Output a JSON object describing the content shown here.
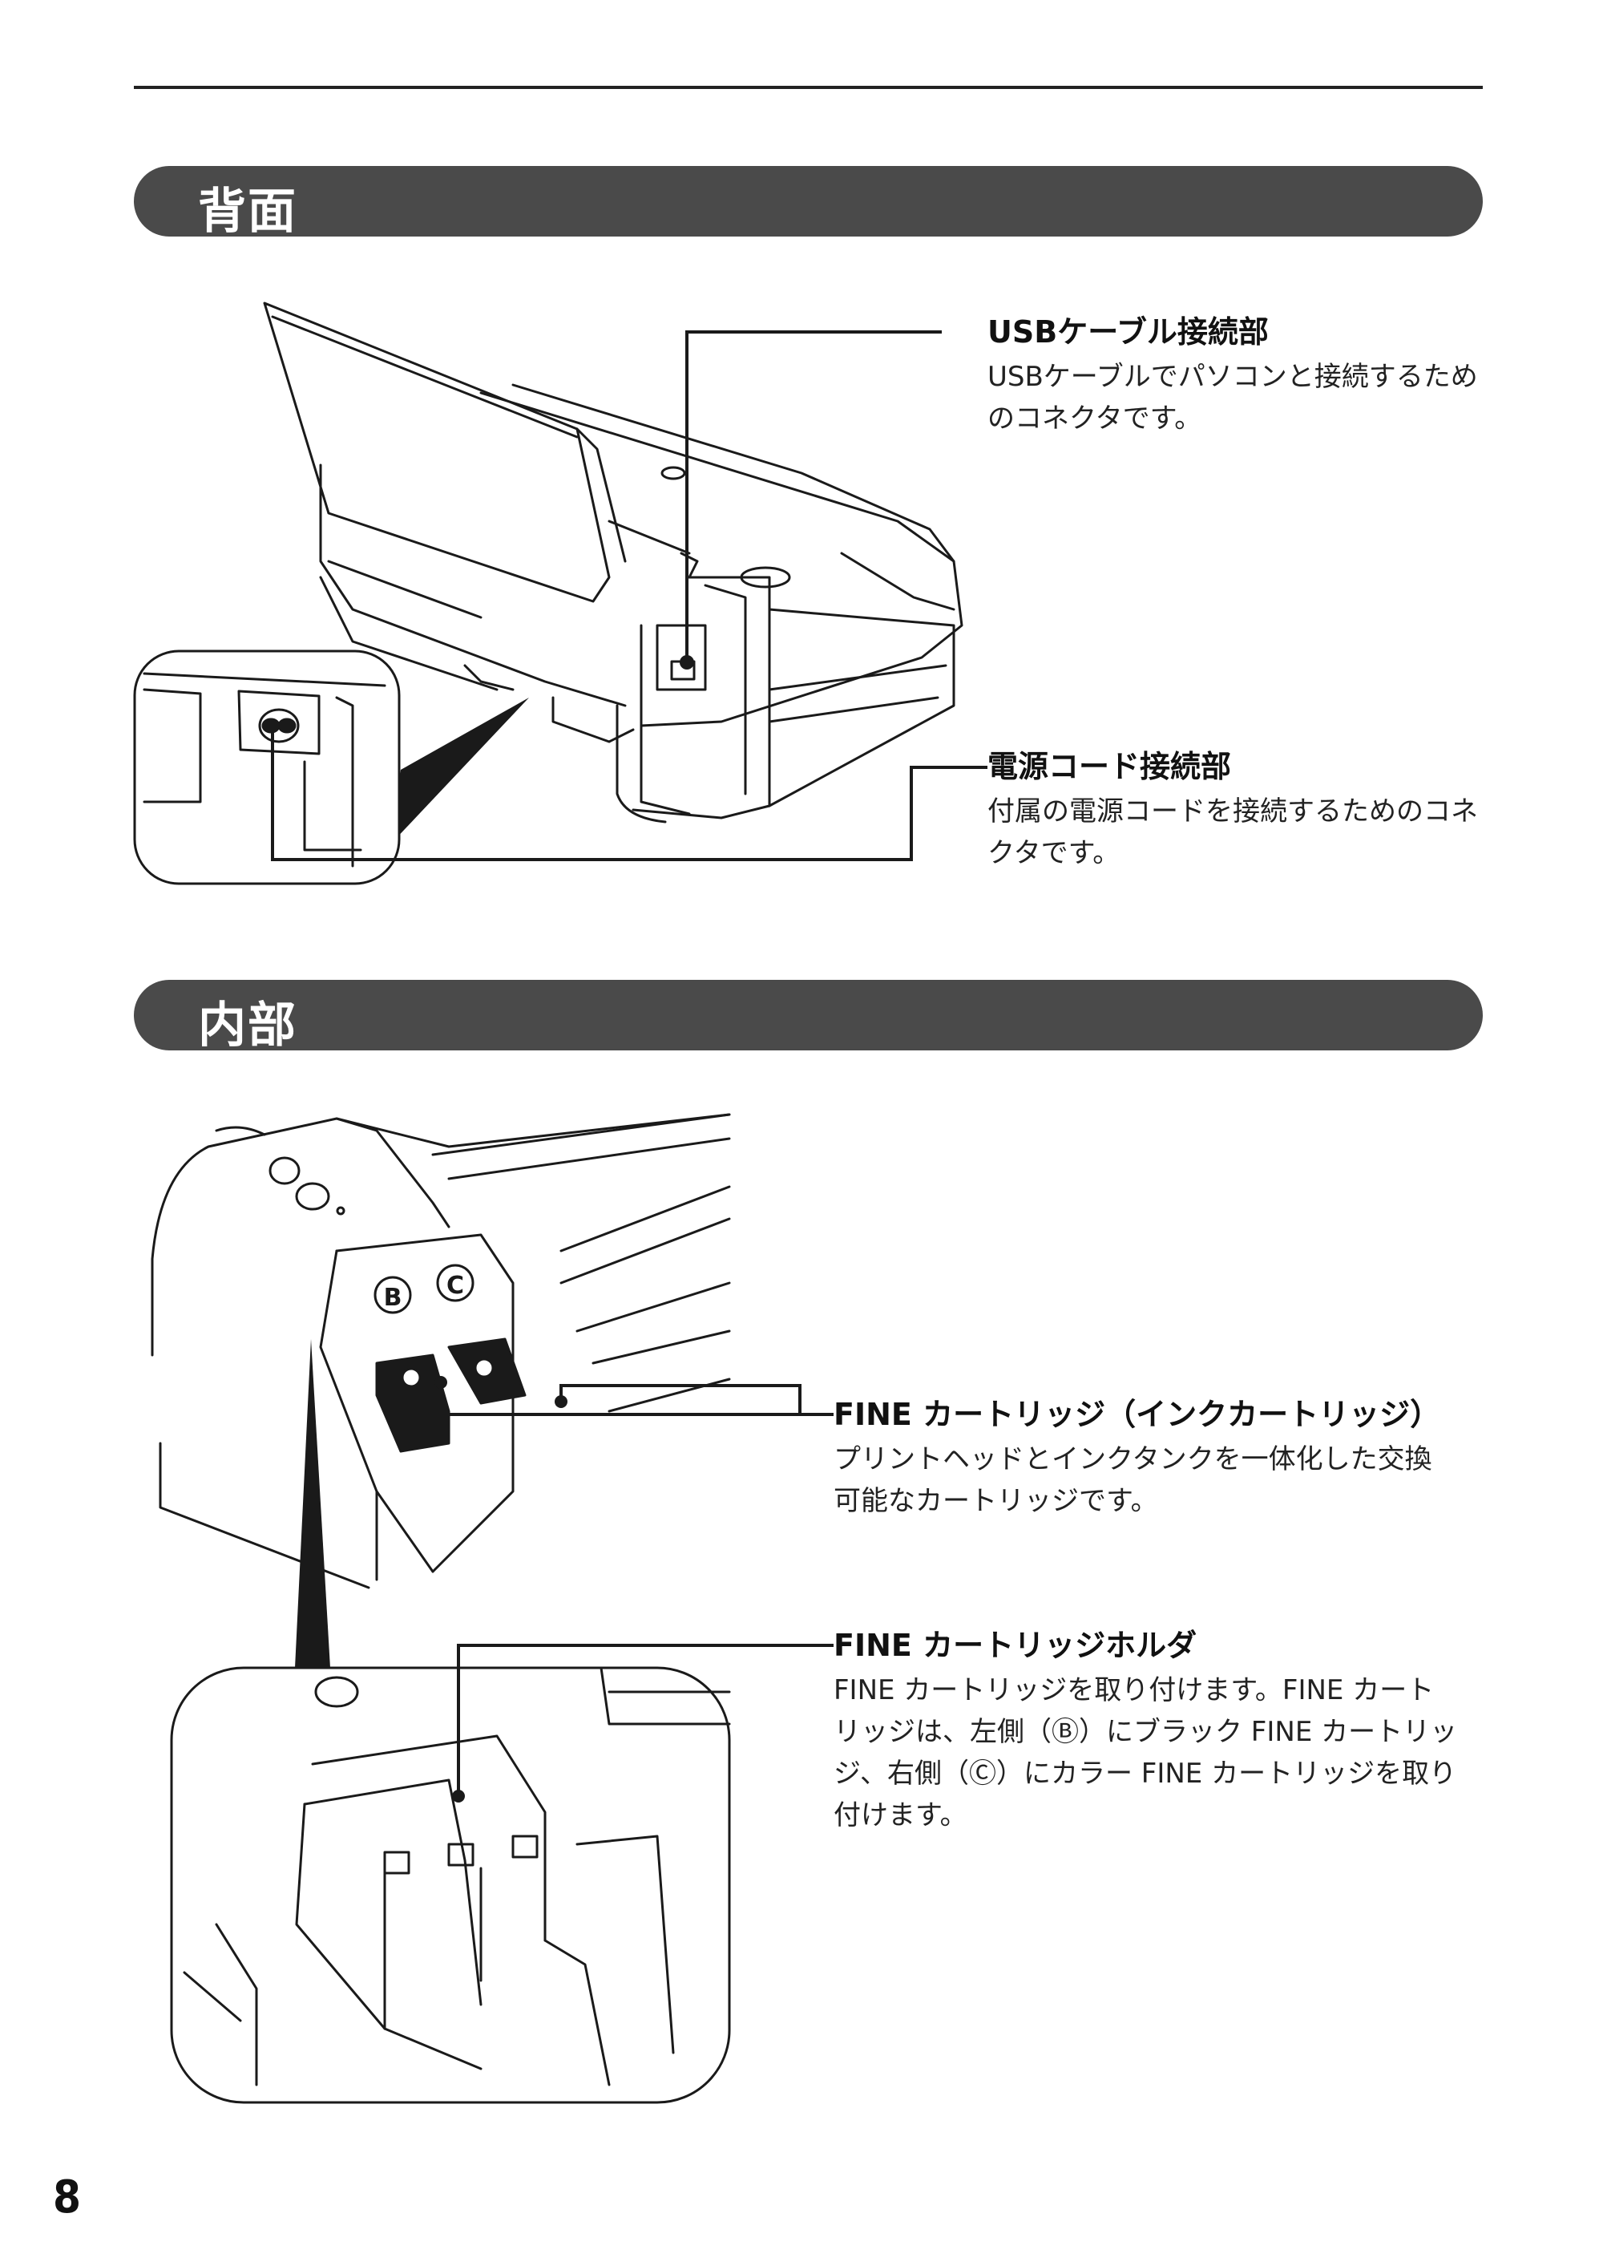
{
  "sections": {
    "rear": {
      "heading": "背面"
    },
    "interior": {
      "heading": "内部"
    }
  },
  "callouts": {
    "usb": {
      "title": "USBケーブル接続部",
      "description": "USBケーブルでパソコンと接続するためのコネクタです。"
    },
    "power": {
      "title": "電源コード接続部",
      "description": "付属の電源コードを接続するためのコネクタです。"
    },
    "cartridge": {
      "title": "FINE カートリッジ（インクカートリッジ）",
      "description": "プリントヘッドとインクタンクを一体化した交換可能なカートリッジです。"
    },
    "holder": {
      "title": "FINE カートリッジホルダ",
      "description": "FINE カートリッジを取り付けます。FINE カートリッジは、左側（Ⓑ）にブラック FINE カートリッジ、右側（Ⓒ）にカラー FINE カートリッジを取り付けます。"
    }
  },
  "illustration_labels": {
    "black_slot": "B",
    "color_slot": "C"
  },
  "page_number": "8"
}
